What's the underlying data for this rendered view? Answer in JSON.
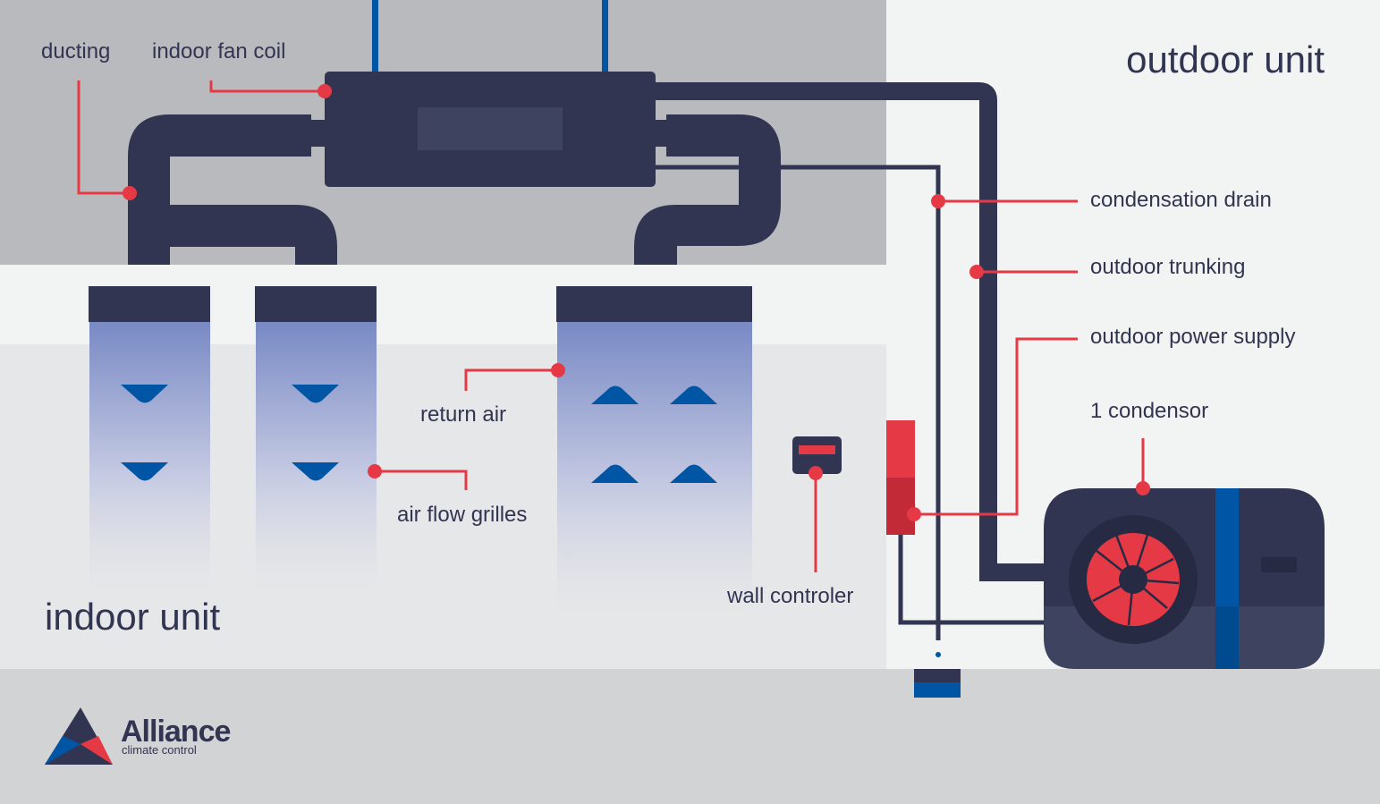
{
  "titles": {
    "indoor": "indoor unit",
    "outdoor": "outdoor unit"
  },
  "labels": {
    "ducting": "ducting",
    "indoor_fan_coil": "indoor fan coil",
    "return_air": "return air",
    "air_flow_grilles": "air flow grilles",
    "wall_controller": "wall controler",
    "condensation_drain": "condensation drain",
    "outdoor_trunking": "outdoor trunking",
    "outdoor_power_supply": "outdoor power supply",
    "condensor": "1 condensor"
  },
  "brand": {
    "name": "Alliance",
    "tagline": "climate control"
  },
  "colors": {
    "navy": "#323551",
    "red": "#e63946",
    "blue": "#0055a5",
    "ceiling": "#b9babe",
    "wall": "#e6e7e8",
    "floor": "#d2d3d5",
    "light": "#f2f3f3"
  }
}
